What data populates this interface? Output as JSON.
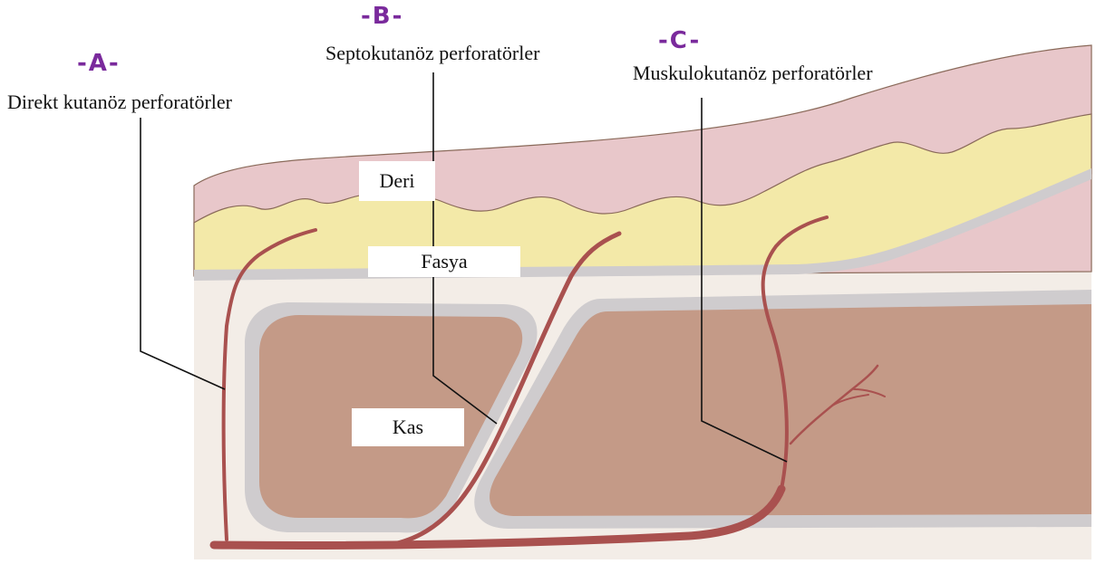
{
  "colors": {
    "skin": "#e8c7ca",
    "fat": "#f3e9a8",
    "fascia": "#cfccce",
    "tissue": "#f3ede7",
    "muscle": "#c49a87",
    "vessel": "#a9514f",
    "callout_letter": "#7a2a9c"
  },
  "callouts": {
    "a": {
      "letter": "-A-",
      "title": "Direkt kutanöz perforatörler"
    },
    "b": {
      "letter": "-B-",
      "title": "Septokutanöz perforatörler"
    },
    "c": {
      "letter": "-C-",
      "title": "Muskulokutanöz perforatörler"
    }
  },
  "layers": {
    "skin": "Deri",
    "fascia": "Fasya",
    "muscle": "Kas"
  }
}
